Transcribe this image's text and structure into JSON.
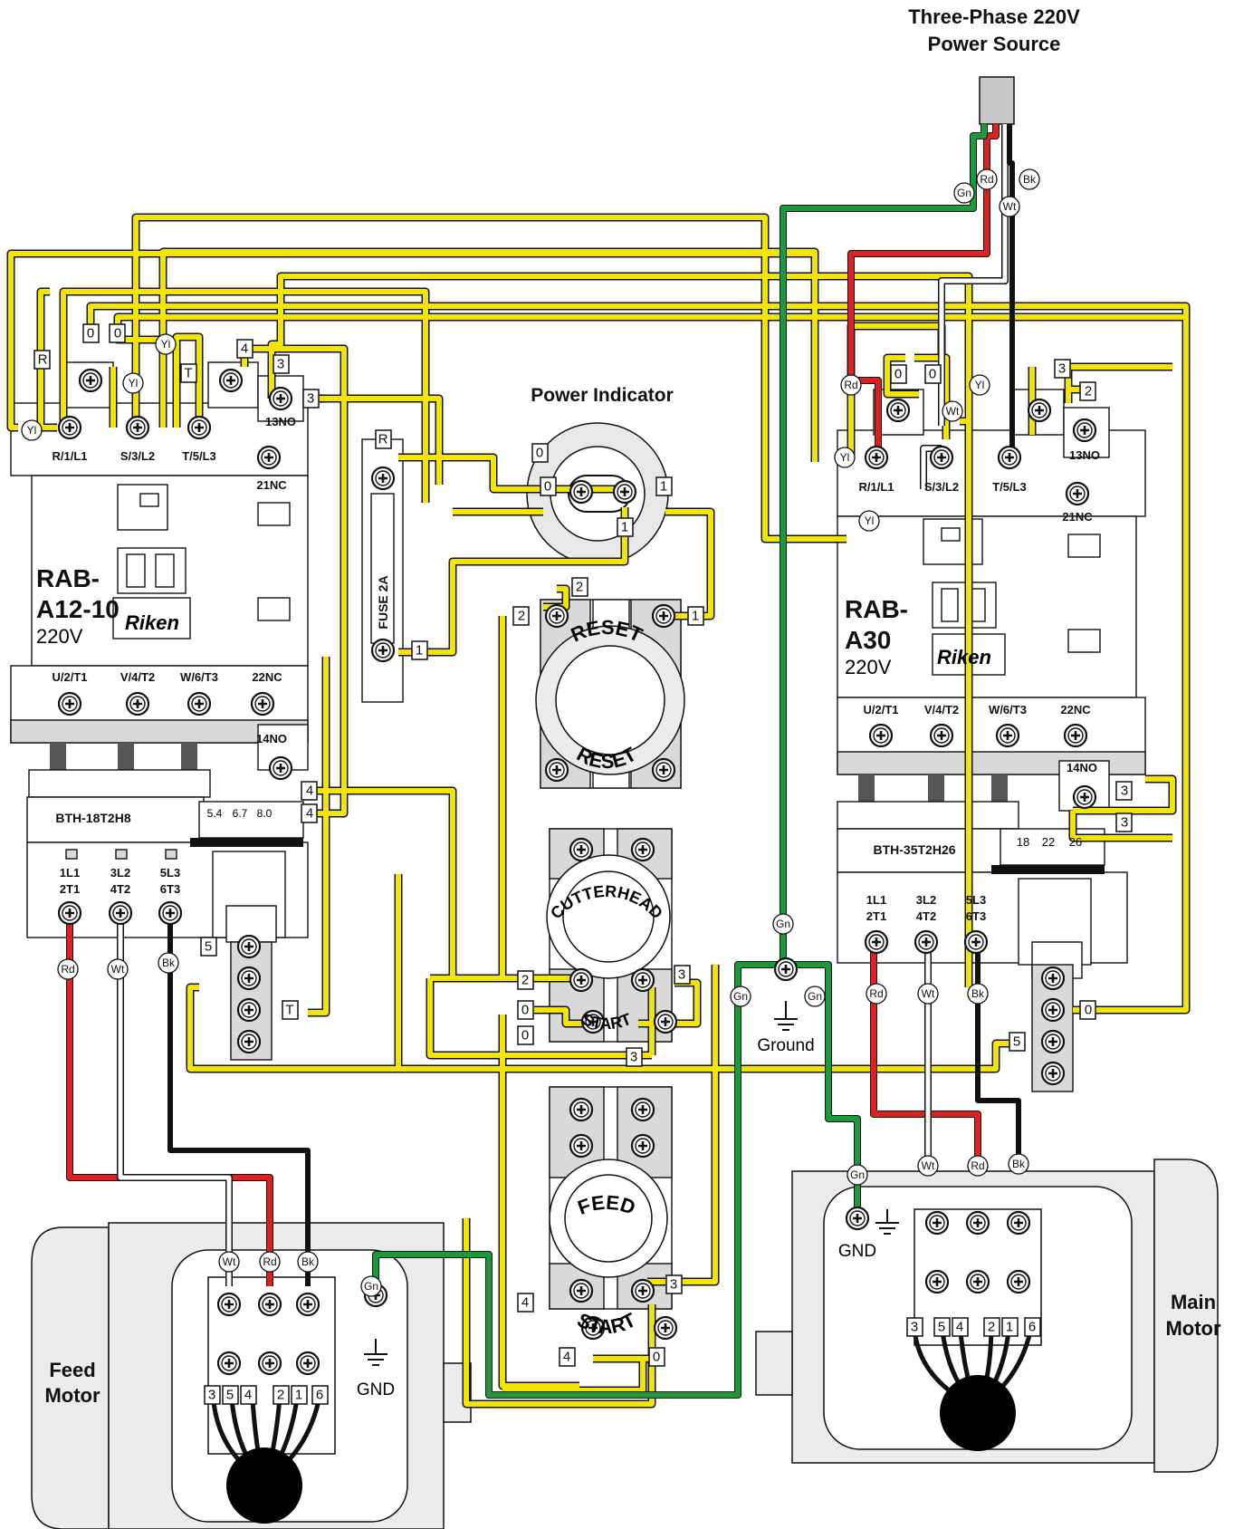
{
  "titles": {
    "source_line1": "Three-Phase 220V",
    "source_line2": "Power Source",
    "power_indicator": "Power Indicator",
    "ground": "Ground",
    "feed_motor_1": "Feed",
    "feed_motor_2": "Motor",
    "main_motor_1": "Main",
    "main_motor_2": "Motor",
    "gnd": "GND"
  },
  "contactor_left": {
    "model_1": "RAB-",
    "model_2": "A12-10",
    "volt": "220V",
    "brand": "Riken",
    "terminals_top": [
      "R/1/L1",
      "S/3/L2",
      "T/5/L3"
    ],
    "nc21": "21NC",
    "no13": "13NO",
    "terminals_bottom": [
      "U/2/T1",
      "V/4/T2",
      "W/6/T3"
    ],
    "nc22": "22NC",
    "no14": "14NO"
  },
  "contactor_right": {
    "model_1": "RAB-",
    "model_2": "A30",
    "volt": "220V",
    "brand": "Riken",
    "terminals_top": [
      "R/1/L1",
      "S/3/L2",
      "T/5/L3"
    ],
    "nc21": "21NC",
    "no13": "13NO",
    "terminals_bottom": [
      "U/2/T1",
      "V/4/T2",
      "W/6/T3"
    ],
    "nc22": "22NC",
    "no14": "14NO"
  },
  "overload_left": {
    "model": "BTH-18T2H8",
    "scale": [
      "5.4",
      "6.7",
      "8.0"
    ],
    "t1_a": "1L1",
    "t1_b": "2T1",
    "t2_a": "3L2",
    "t2_b": "4T2",
    "t3_a": "5L3",
    "t3_b": "6T3"
  },
  "overload_right": {
    "model": "BTH-35T2H26",
    "scale": [
      "18",
      "22",
      "26"
    ],
    "t1_a": "1L1",
    "t1_b": "2T1",
    "t2_a": "3L2",
    "t2_b": "4T2",
    "t3_a": "5L3",
    "t3_b": "6T3"
  },
  "fuse": {
    "label": "FUSE 2A"
  },
  "buttons": {
    "reset_top": "RESET",
    "reset_bottom": "RESET",
    "cutter_1": "CUTTERHEAD",
    "cutter_2": "START",
    "feed_1": "FEED",
    "feed_2": "START"
  },
  "wire_tags": {
    "yl": "Yl",
    "rd": "Rd",
    "wt": "Wt",
    "bk": "Bk",
    "gn": "Gn",
    "n0": "0",
    "n1": "1",
    "n2": "2",
    "n3": "3",
    "n4": "4",
    "n5": "5",
    "nR": "R",
    "nT": "T"
  },
  "motor_leads": [
    "3",
    "5",
    "4",
    "2",
    "1",
    "6"
  ],
  "colors": {
    "yellow": "#f2e600",
    "red": "#e02020",
    "green": "#1a9a3a",
    "black": "#111111",
    "white": "#ffffff"
  }
}
